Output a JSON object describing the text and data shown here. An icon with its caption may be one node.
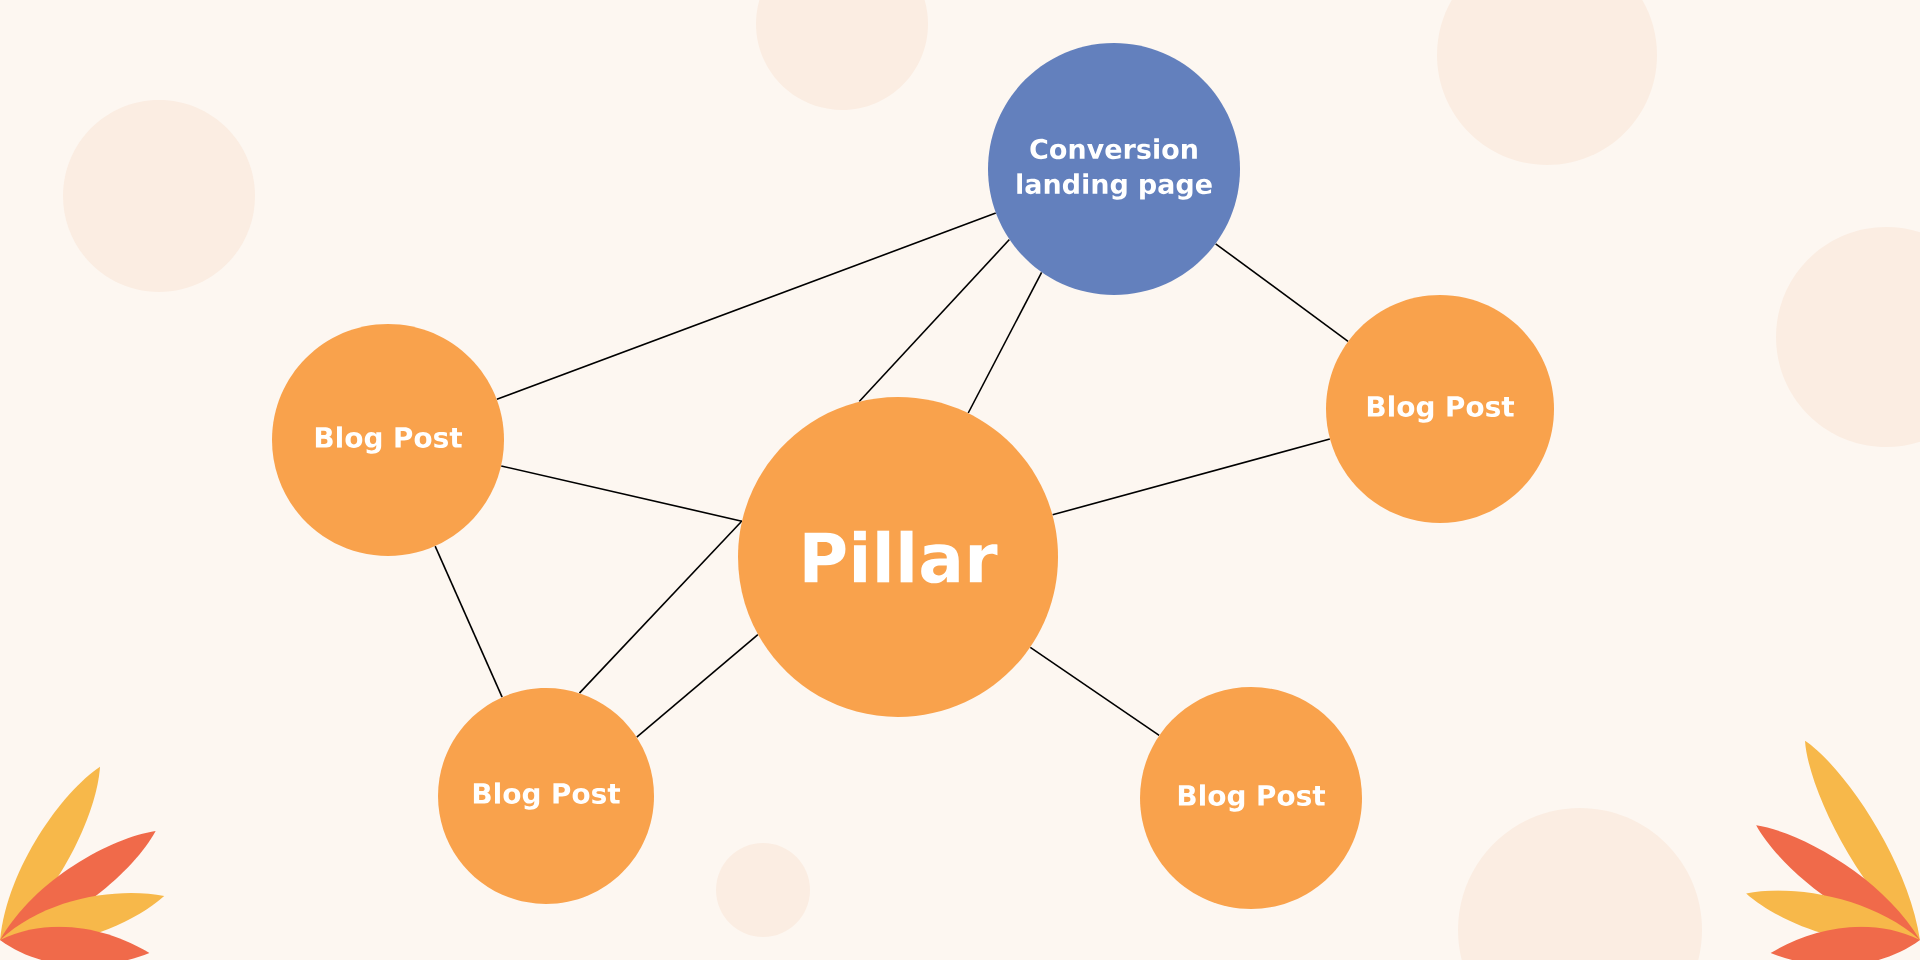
{
  "diagram": {
    "nodes": [
      {
        "text": [
          "Conversion landing page"
        ]
      },
      {
        "text": [
          "Blog Post"
        ]
      },
      {
        "text": [
          "Blog Post"
        ]
      },
      {
        "text": [
          "Pillar"
        ]
      },
      {
        "text": [
          "Blog Post"
        ]
      },
      {
        "text": [
          "Blog Post"
        ]
      }
    ],
    "edges": [
      {
        "from": 0,
        "to": 1,
        "arrow": "none"
      },
      {
        "from": 0,
        "to": 3,
        "arrow": "none"
      },
      {
        "from": 0,
        "to": 3,
        "arrow": "none"
      },
      {
        "from": 0,
        "to": 2,
        "arrow": "none"
      },
      {
        "from": 1,
        "to": 3,
        "arrow": "none"
      },
      {
        "from": 1,
        "to": 4,
        "arrow": "none"
      },
      {
        "from": 3,
        "to": 2,
        "arrow": "none"
      },
      {
        "from": 3,
        "to": 4,
        "arrow": "none"
      },
      {
        "from": 3,
        "to": 4,
        "arrow": "none"
      },
      {
        "from": 3,
        "to": 5,
        "arrow": "none"
      }
    ]
  }
}
